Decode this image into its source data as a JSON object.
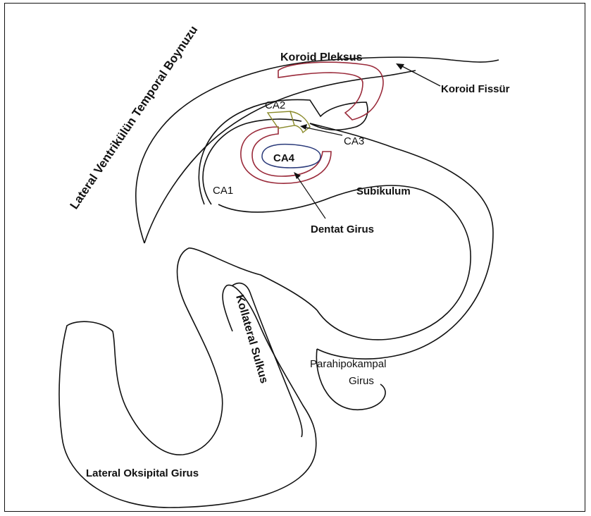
{
  "diagram": {
    "labels": {
      "lateral_ventricle": "Lateral Ventrikülün Temporal Boynuzu",
      "choroid_plexus": "Koroid Pleksus",
      "choroid_fissure": "Koroid Fissür",
      "ca2": "CA2",
      "ca3": "CA3",
      "ca4": "CA4",
      "ca1": "CA1",
      "subiculum": "Subikulum",
      "dentate_gyrus": "Dentat Girus",
      "collateral_sulcus": "Kollateral Sulkus",
      "parahippocampal_line1": "Parahipokampal",
      "parahippocampal_line2": "Girus",
      "lateral_occipital_gyrus": "Lateral Oksipital Girus"
    },
    "colors": {
      "outline": "#111111",
      "choroid_plexus": "#9a2a3a",
      "dentate_gyrus": "#9a2a3a",
      "ca_region": "#8a8a2a",
      "ca4": "#2a3a7a",
      "background": "#ffffff"
    }
  }
}
